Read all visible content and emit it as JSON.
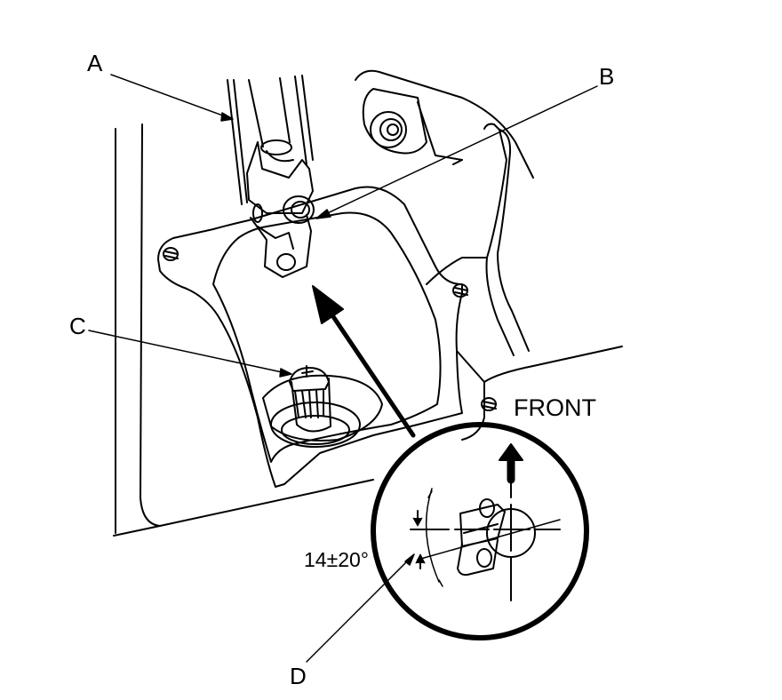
{
  "labels": {
    "a": "A",
    "b": "B",
    "c": "C",
    "d": "D",
    "front": "FRONT",
    "angle": "14±20°"
  },
  "colors": {
    "line": "#000000",
    "background": "#ffffff"
  }
}
